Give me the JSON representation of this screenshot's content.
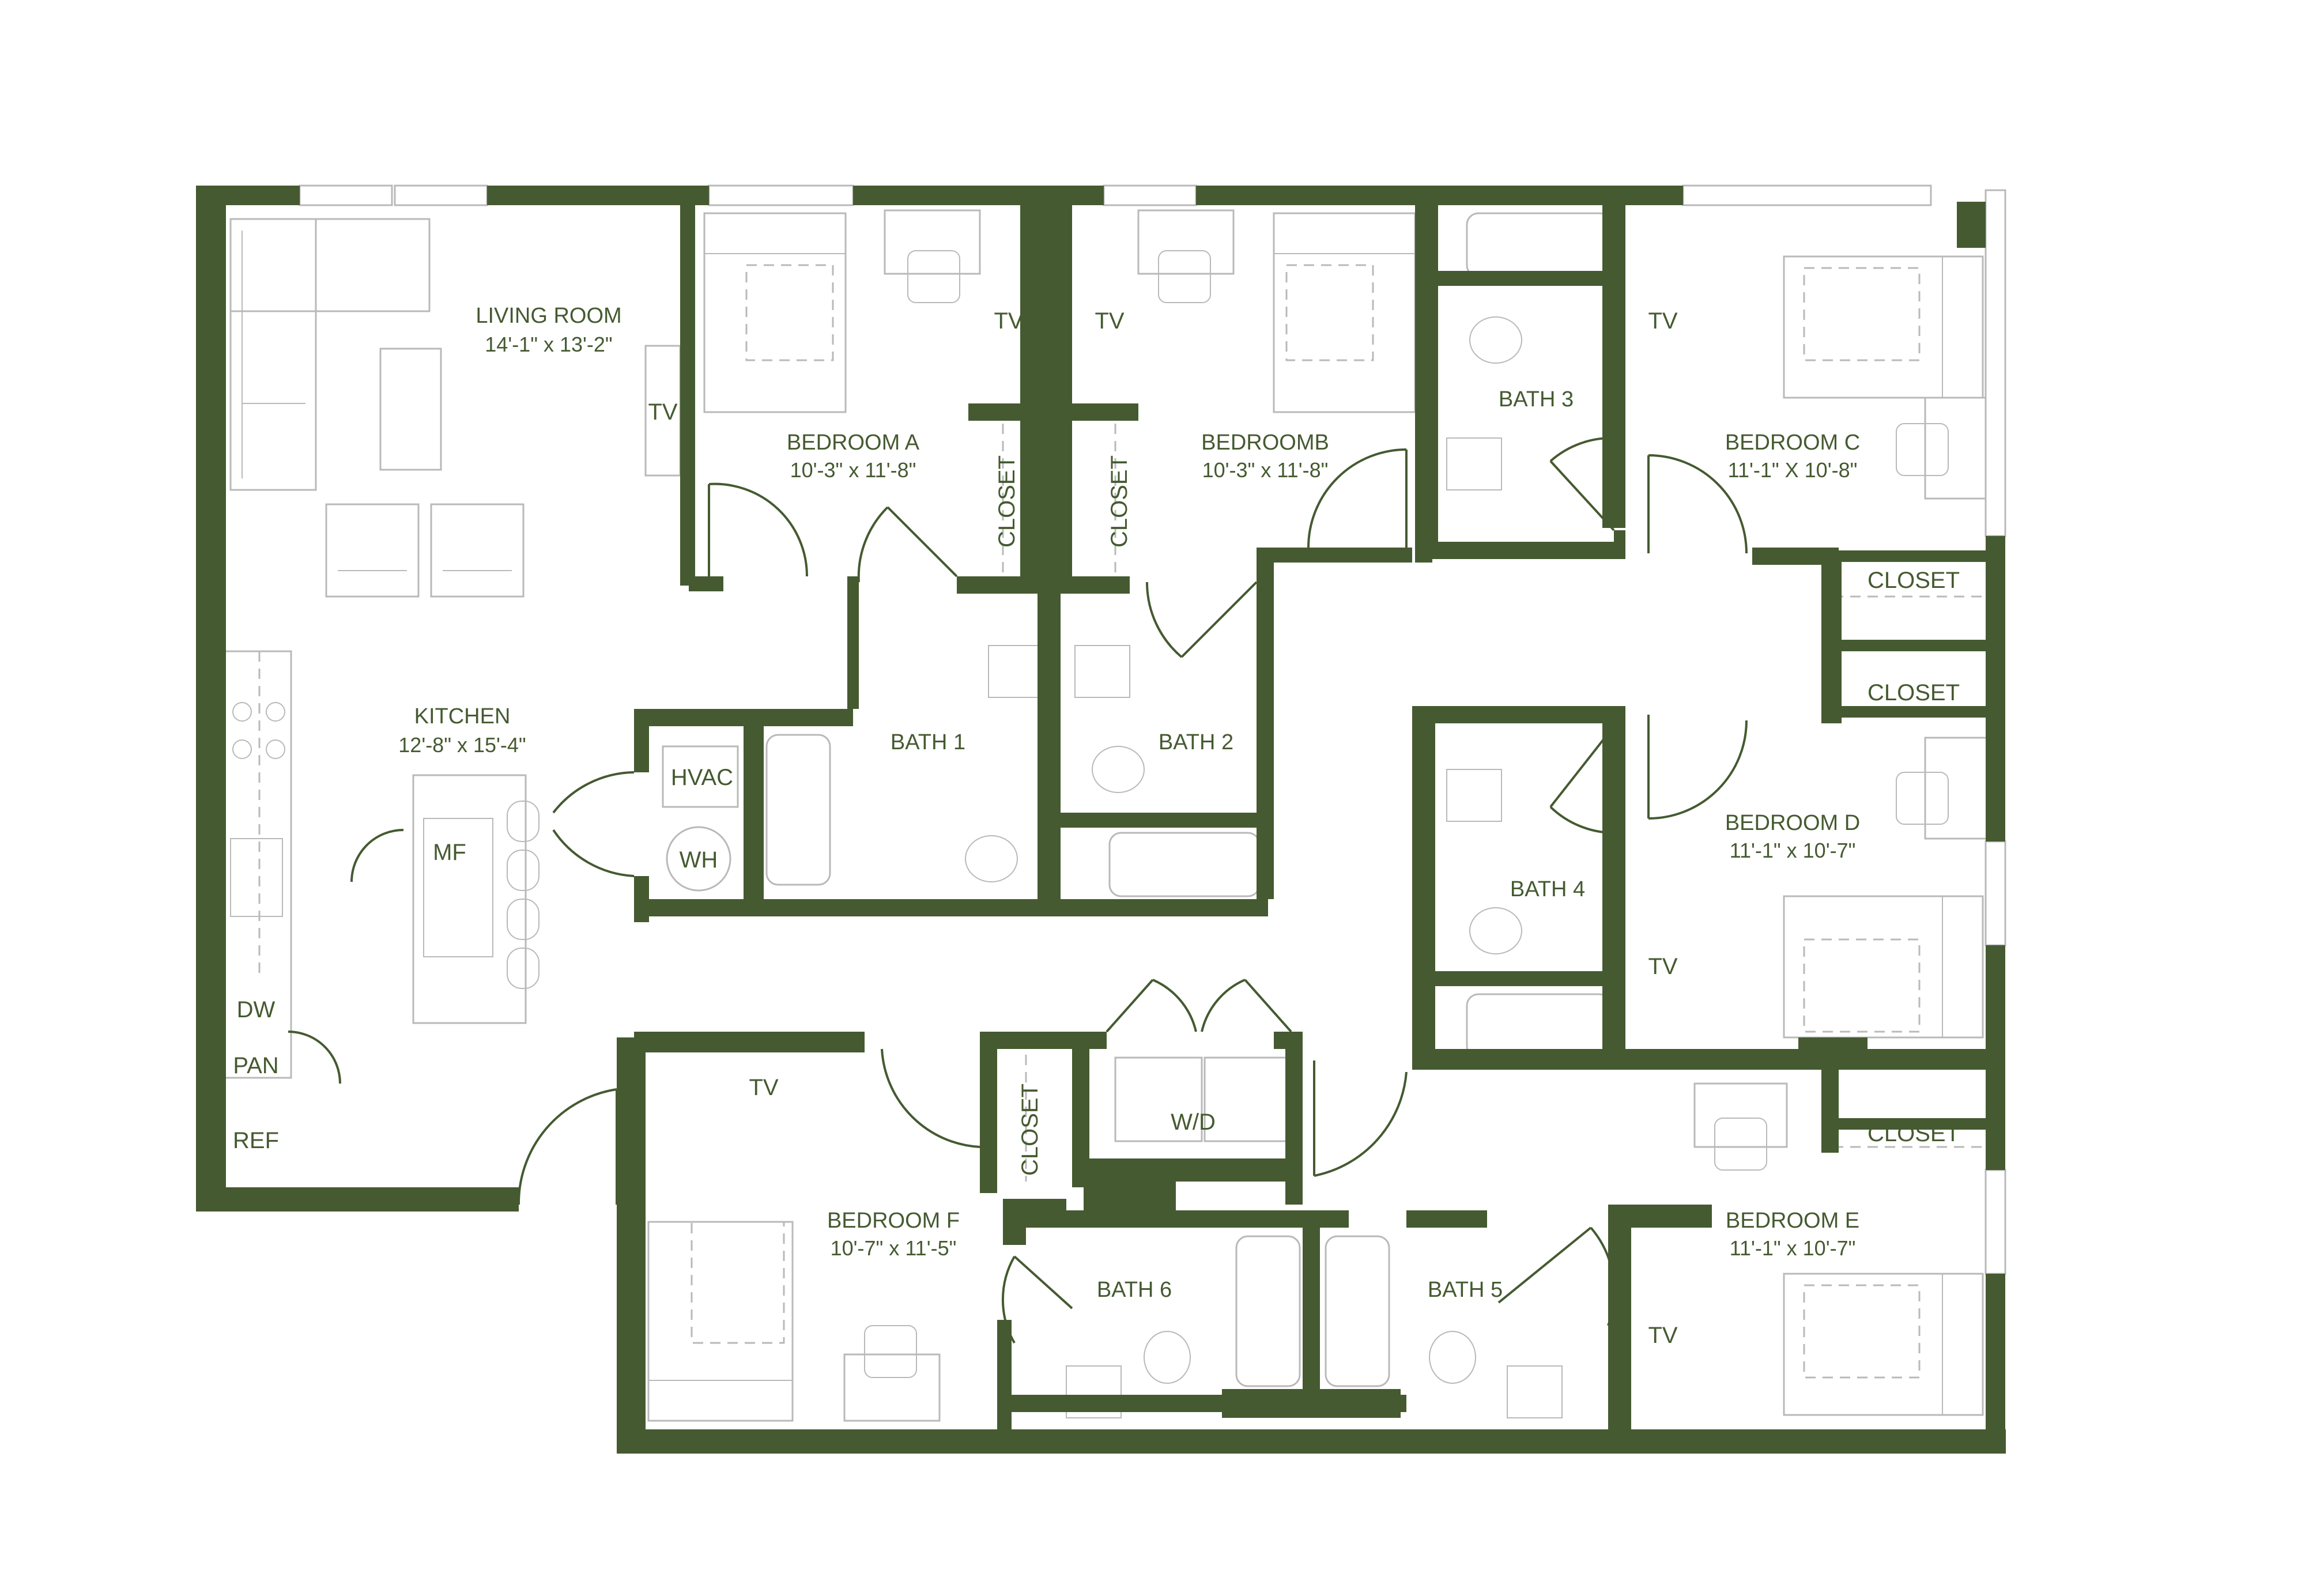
{
  "colors": {
    "wall": "#455a30",
    "fixture": "#b9b9b9",
    "background": "#ffffff"
  },
  "rooms": {
    "living": {
      "name": "LIVING ROOM",
      "dims": "14'-1\" x 13'-2\""
    },
    "kitchen": {
      "name": "KITCHEN",
      "dims": "12'-8\" x 15'-4\""
    },
    "bedroom_a": {
      "name": "BEDROOM A",
      "dims": "10'-3\" x 11'-8\""
    },
    "bedroom_b": {
      "name": "BEDROOMB",
      "dims": "10'-3\" x 11'-8\""
    },
    "bedroom_c": {
      "name": "BEDROOM C",
      "dims": "11'-1\" X 10'-8\""
    },
    "bedroom_d": {
      "name": "BEDROOM D",
      "dims": "11'-1\" x 10'-7\""
    },
    "bedroom_e": {
      "name": "BEDROOM E",
      "dims": "11'-1\" x 10'-7\""
    },
    "bedroom_f": {
      "name": "BEDROOM F",
      "dims": "10'-7\" x 11'-5\""
    },
    "bath_1": "BATH 1",
    "bath_2": "BATH 2",
    "bath_3": "BATH 3",
    "bath_4": "BATH 4",
    "bath_5": "BATH 5",
    "bath_6": "BATH 6"
  },
  "labels": {
    "tv": "TV",
    "closet": "CLOSET",
    "hvac": "HVAC",
    "wh": "WH",
    "mf": "MF",
    "dw": "DW",
    "pan": "PAN",
    "ref": "REF",
    "wd": "W/D"
  }
}
